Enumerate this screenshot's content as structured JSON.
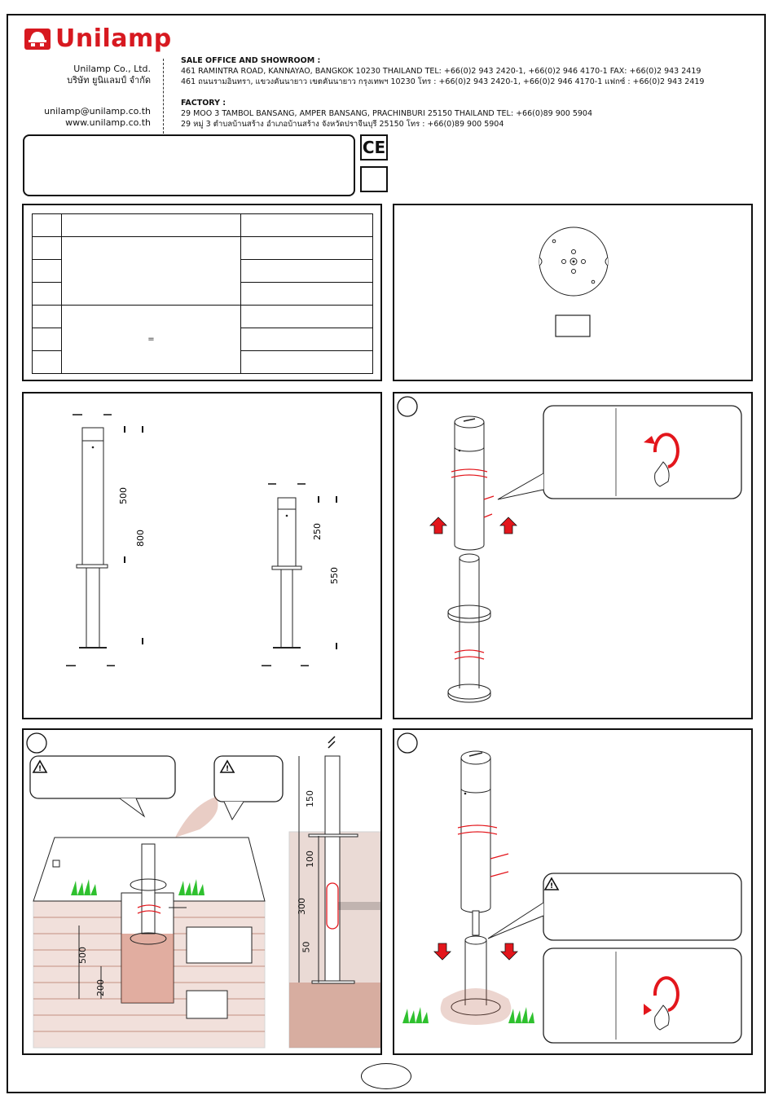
{
  "brand": {
    "name": "Unilamp",
    "color": "#d71920",
    "icon": "lamp-logo-icon"
  },
  "company": {
    "name_en": "Unilamp Co., Ltd.",
    "name_th": "บริษัท ยูนิแลมป์ จำกัด",
    "email": "unilamp@unilamp.co.th",
    "website": "www.unilamp.co.th"
  },
  "sales_office": {
    "heading": "SALE OFFICE AND SHOWROOM :",
    "address_en": "461 RAMINTRA ROAD, KANNAYAO, BANGKOK 10230 THAILAND TEL: +66(0)2 943 2420-1, +66(0)2 946 4170-1 FAX: +66(0)2 943 2419",
    "address_th": "461 ถนนรามอินทรา, แขวงคันนายาว เขตคันนายาว กรุงเทพฯ 10230 โทร : +66(0)2 943 2420-1, +66(0)2 946 4170-1 แฟกซ์ : +66(0)2 943 2419"
  },
  "factory": {
    "heading": "FACTORY :",
    "address_en": "29 MOO 3 TAMBOL BANSANG, AMPER BANSANG, PRACHINBURI 25150 THAILAND TEL: +66(0)89 900 5904",
    "address_th": "29 หมู่ 3 ตำบลบ้านสร้าง อำเภอบ้านสร้าง จังหวัดปราจีนบุรี 25150 โทร : +66(0)89 900 5904"
  },
  "certification": {
    "mark": "CE"
  },
  "spec_table": {
    "symbol": "="
  },
  "dimensions": {
    "tall": {
      "upper": "500",
      "total": "800"
    },
    "short": {
      "upper": "250",
      "total": "550"
    }
  },
  "installation": {
    "above_ground": "150",
    "sleeve_top": "100",
    "sleeve_mid": "300",
    "sleeve_low": "50",
    "depth": "500",
    "gravel": "200"
  },
  "icons": {
    "warning": "warning-triangle-icon",
    "rotate": "rotate-arrow-icon",
    "arrow_up": "arrow-up-icon",
    "arrow_down": "arrow-down-icon"
  },
  "colors": {
    "accent_red": "#e3161c",
    "brick": "#9b4a33",
    "grass": "#2fc12f",
    "gravel": "#b5583e"
  }
}
